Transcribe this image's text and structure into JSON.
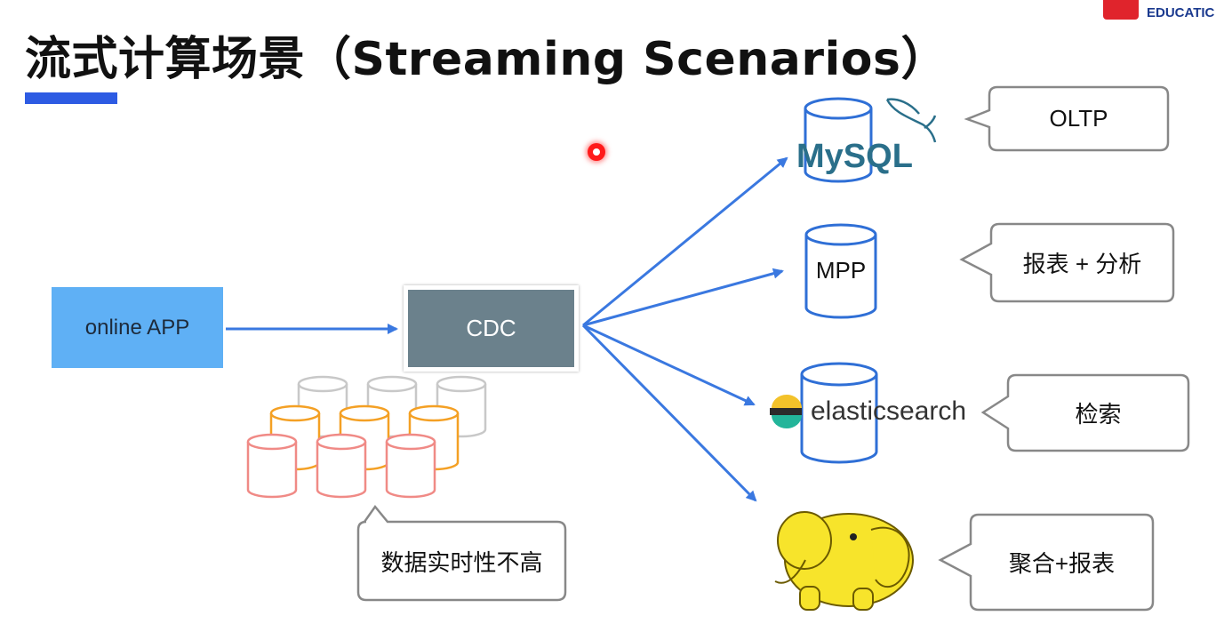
{
  "title": "流式计算场景（Streaming Scenarios）",
  "brand": {
    "text": "EDUCATIC",
    "logo_color": "#e0242c"
  },
  "source": {
    "label": "online APP",
    "color": "#5fb0f5"
  },
  "hub": {
    "label": "CDC",
    "color": "#6b818c"
  },
  "targets": [
    {
      "name": "mysql",
      "label": "MySQL",
      "callout": "OLTP"
    },
    {
      "name": "mpp",
      "label": "MPP",
      "callout": "报表 + 分析"
    },
    {
      "name": "elasticsearch",
      "label": "elasticsearch",
      "callout": "检索"
    },
    {
      "name": "hadoop",
      "label": "",
      "callout": "聚合+报表"
    }
  ],
  "batch_note": "数据实时性不高",
  "colors": {
    "arrow": "#3a78e0",
    "title_underline": "#2d5be3",
    "cyl_gray": "#c8c8c8",
    "cyl_orange": "#f4a024",
    "cyl_red": "#f08a86"
  }
}
